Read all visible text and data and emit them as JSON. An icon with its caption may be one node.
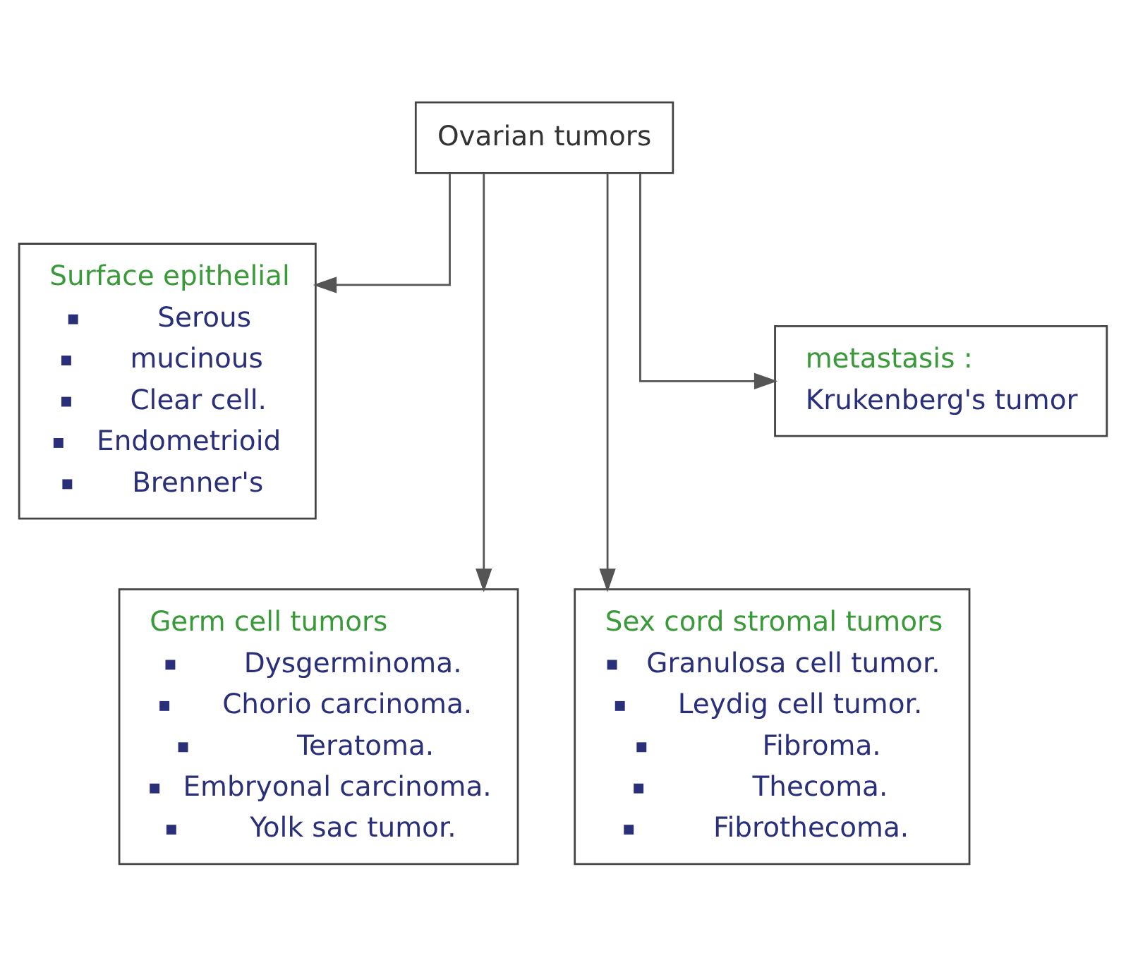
{
  "diagram": {
    "nodes": [
      {
        "text": [
          "Ovarian tumors"
        ]
      },
      {
        "text": [
          "Surface epithelial",
          "Serous",
          "mucinous",
          "Clear cell.",
          "Endometrioid",
          "Brenner's"
        ]
      },
      {
        "text": [
          "metastasis :",
          "Krukenberg's tumor"
        ]
      },
      {
        "text": [
          "Germ cell tumors",
          "Dysgerminoma.",
          "Chorio carcinoma.",
          "Teratoma.",
          "Embryonal carcinoma.",
          "Yolk sac tumor."
        ]
      },
      {
        "text": [
          "Sex cord stromal tumors",
          "Granulosa cell tumor.",
          "Leydig cell tumor.",
          "Fibroma.",
          "Thecoma.",
          "Fibrothecoma."
        ]
      }
    ],
    "edges": [
      {
        "from": 0,
        "to": 1,
        "arrow": "to"
      },
      {
        "from": 0,
        "to": 3,
        "arrow": "to"
      },
      {
        "from": 0,
        "to": 4,
        "arrow": "to"
      },
      {
        "from": 0,
        "to": 2,
        "arrow": "to"
      }
    ]
  }
}
